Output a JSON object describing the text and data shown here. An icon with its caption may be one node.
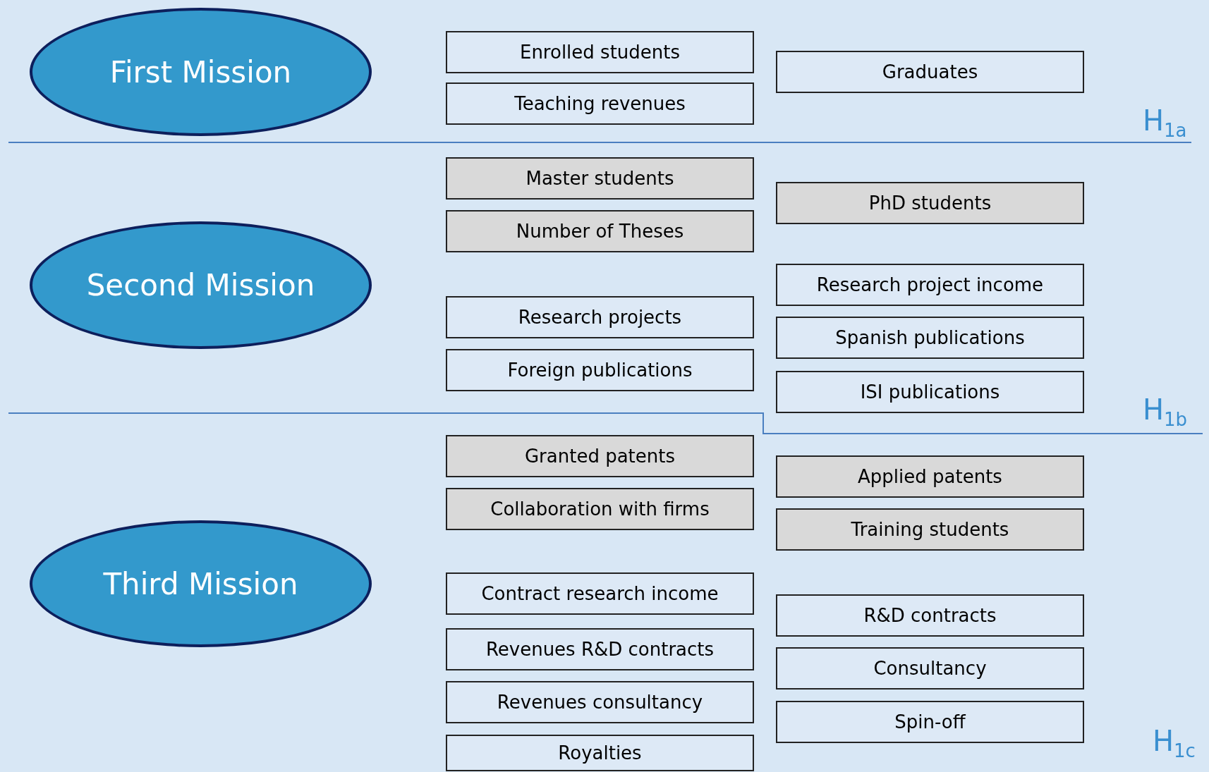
{
  "diagram": {
    "nodes": [
      {
        "text": [
          "First Mission"
        ]
      },
      {
        "text": [
          "Enrolled students"
        ]
      },
      {
        "text": [
          "Teaching revenues"
        ]
      },
      {
        "text": [
          "Graduates"
        ]
      },
      {
        "text": [
          "Second Mission"
        ]
      },
      {
        "text": [
          "Master students"
        ]
      },
      {
        "text": [
          "Number of Theses"
        ]
      },
      {
        "text": [
          "Research projects"
        ]
      },
      {
        "text": [
          "Foreign publications"
        ]
      },
      {
        "text": [
          "PhD students"
        ]
      },
      {
        "text": [
          "Research project income"
        ]
      },
      {
        "text": [
          "Spanish publications"
        ]
      },
      {
        "text": [
          "ISI publications"
        ]
      },
      {
        "text": [
          "Third Mission"
        ]
      },
      {
        "text": [
          "Granted patents"
        ]
      },
      {
        "text": [
          "Collaboration with firms"
        ]
      },
      {
        "text": [
          "Contract research income"
        ]
      },
      {
        "text": [
          "Revenues R&D contracts"
        ]
      },
      {
        "text": [
          "Revenues consultancy"
        ]
      },
      {
        "text": [
          "Royalties"
        ]
      },
      {
        "text": [
          "Applied patents"
        ]
      },
      {
        "text": [
          "Training students"
        ]
      },
      {
        "text": [
          "R&D contracts"
        ]
      },
      {
        "text": [
          "Consultancy"
        ]
      },
      {
        "text": [
          "Spin-off"
        ]
      }
    ],
    "labels": [
      "H$_{1a}$",
      "H$_{1b}$",
      "H$_{1c}$"
    ]
  }
}
